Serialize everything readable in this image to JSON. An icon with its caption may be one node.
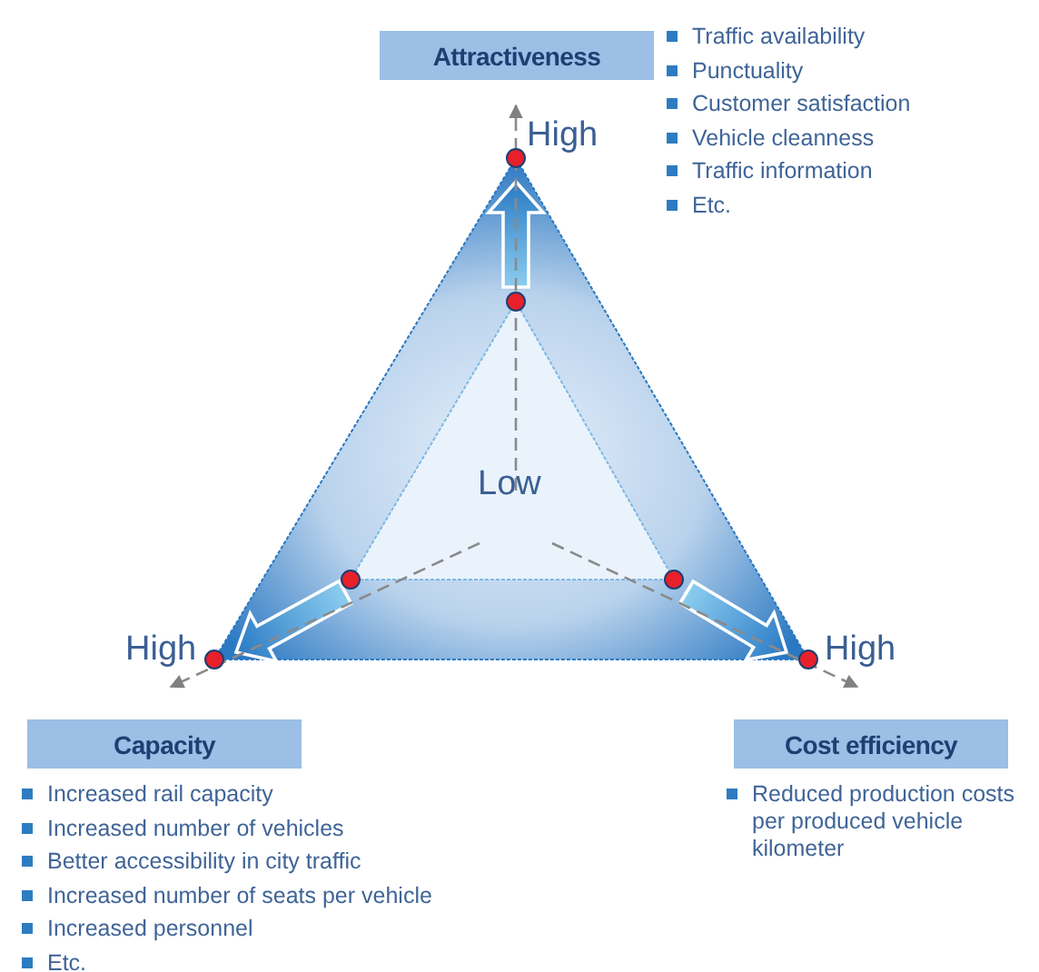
{
  "diagram": {
    "nodes": [
      {
        "text": [
          "Attractiveness"
        ],
        "beside": [
          "Traffic availability",
          "Punctuality",
          "Customer satisfaction",
          "Vehicle cleanness",
          "Traffic information",
          "Etc."
        ]
      },
      {
        "text": [
          "Capacity"
        ],
        "beside": [
          "Increased rail capacity",
          "Increased number of vehicles",
          "Better accessibility in city traffic",
          "Increased number of seats per vehicle",
          "Increased personnel",
          "Etc."
        ]
      },
      {
        "text": [
          "Cost efficiency"
        ],
        "beside": [
          "Reduced production costs per produced vehicle kilometer"
        ]
      }
    ],
    "edges": [],
    "labels": [
      "High",
      "Low",
      "High",
      "High"
    ]
  }
}
